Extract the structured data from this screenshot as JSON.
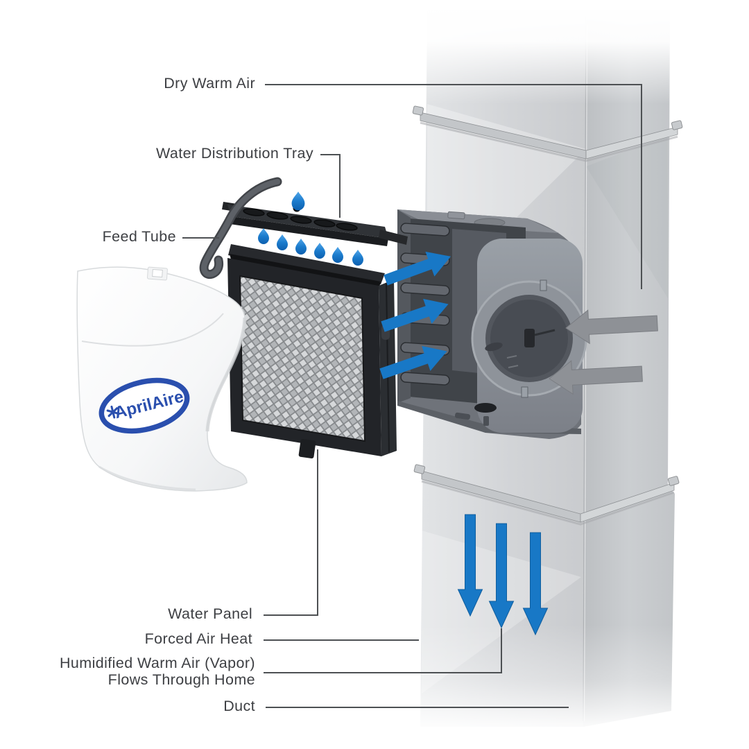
{
  "diagram": {
    "subject": "bypass humidifier airflow on duct",
    "labels": {
      "dry_warm_air": "Dry Warm Air",
      "water_distribution_tray": "Water Distribution Tray",
      "feed_tube": "Feed Tube",
      "water_panel": "Water Panel",
      "forced_air_heat": "Forced Air Heat",
      "humidified_line1": "Humidified Warm Air (Vapor)",
      "humidified_line2": "Flows Through Home",
      "duct": "Duct"
    },
    "logo": {
      "brand": "AprilAire"
    },
    "colors": {
      "airflow_blue": "#1878c6",
      "droplet_blue": "#1c7ccd",
      "return_air_gray": "#8e9196",
      "logo_blue": "#2a4fae",
      "duct_gray": "#ced0d3",
      "housing_gray": "#74787f",
      "label_text": "#3d3f43",
      "leader_line": "#4d5053"
    }
  }
}
